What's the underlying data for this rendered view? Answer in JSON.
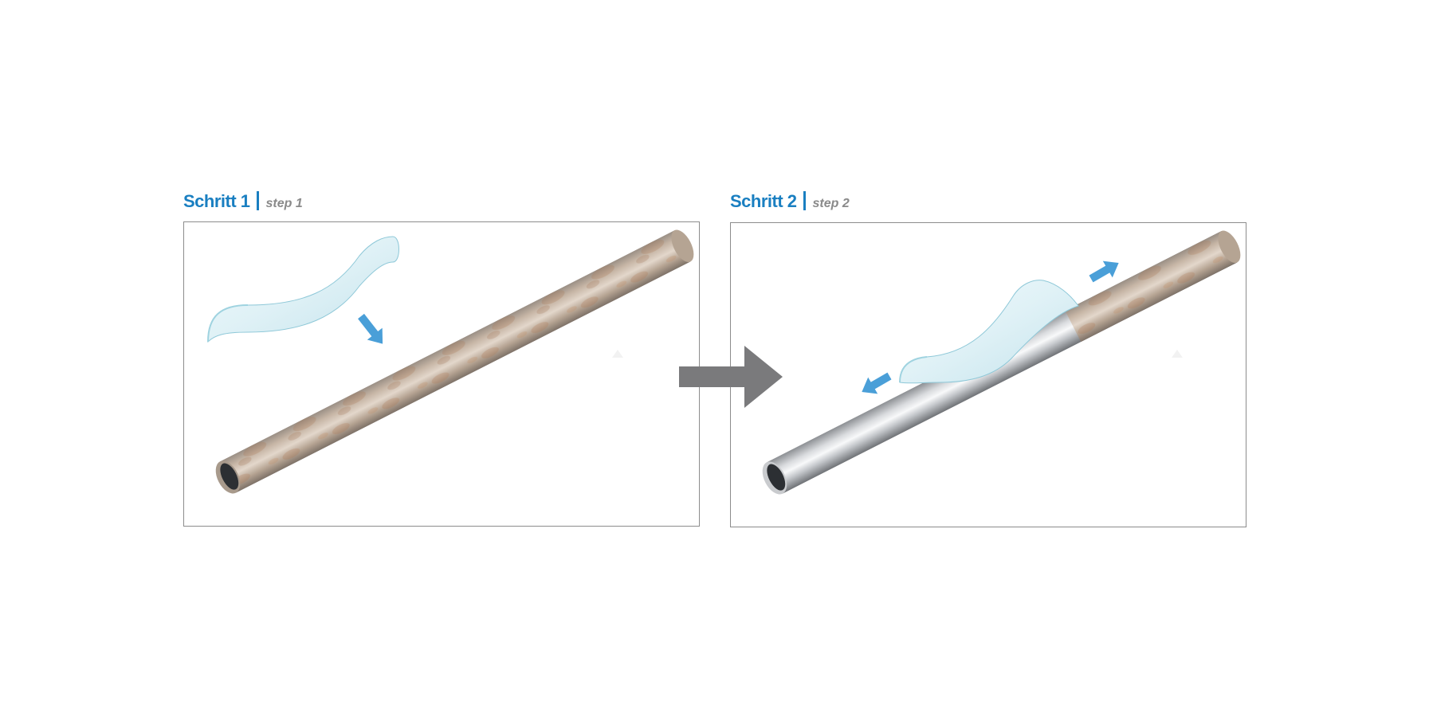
{
  "steps": [
    {
      "title": "Schritt 1",
      "subtitle": "step 1"
    },
    {
      "title": "Schritt 2",
      "subtitle": "step 2"
    }
  ],
  "colors": {
    "heading_blue": "#1a7fc1",
    "subtitle_gray": "#8a8a8a",
    "arrow_blue": "#4a9fd8",
    "process_arrow_gray": "#7a7a7c",
    "frame_gray": "#8c8c8c",
    "film": "#dff1f6"
  },
  "icons": {
    "step1_arrow": "arrow-down-right-icon",
    "step2_arrows": [
      "arrow-up-right-icon",
      "arrow-down-left-icon"
    ],
    "process_arrow": "arrow-right-icon"
  }
}
